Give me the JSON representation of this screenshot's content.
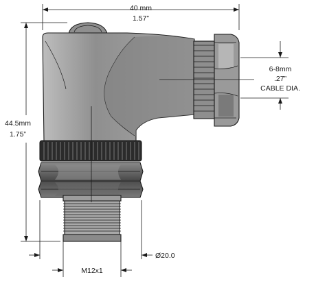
{
  "dimensions": {
    "width_mm": "40 mm",
    "width_in": "1.57”",
    "height_mm": "44.5mm",
    "height_in": "1.75”",
    "cable_mm": "6-8mm",
    "cable_in": ".27”",
    "cable_label": "CABLE DIA.",
    "diameter": "Ø20.0",
    "thread": "M12x1"
  },
  "colors": {
    "body_fill": "#9c9c9c",
    "body_dark": "#6f6f6f",
    "nut_fill": "#555555",
    "ink": "#1a1a1a"
  }
}
